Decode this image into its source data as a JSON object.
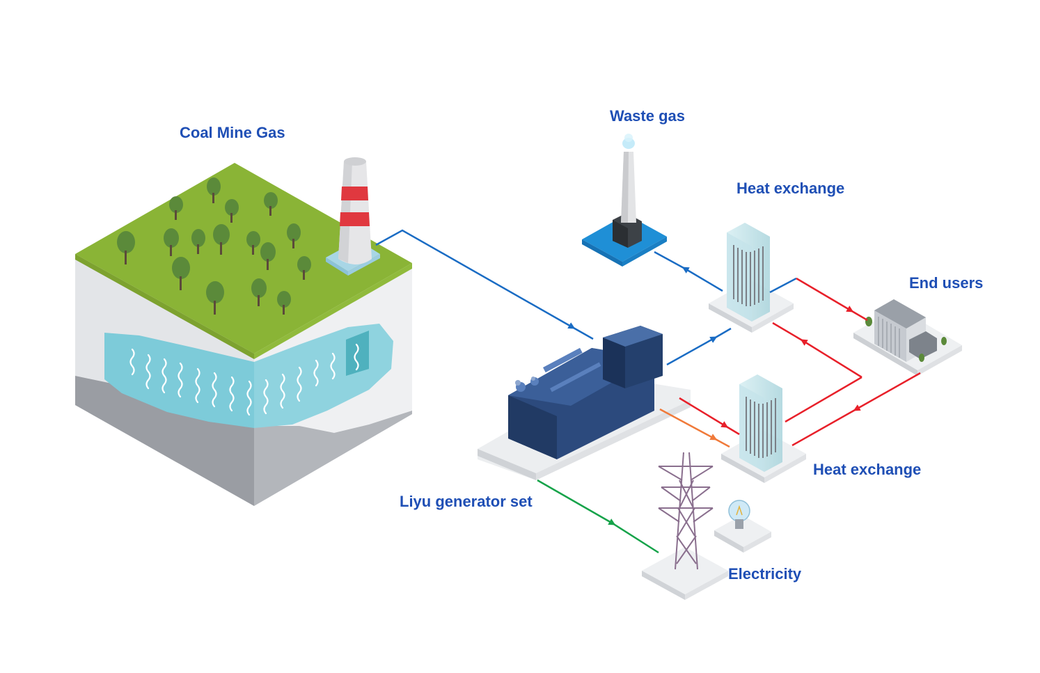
{
  "labels": {
    "coal_mine_gas": "Coal Mine Gas",
    "waste_gas": "Waste gas",
    "heat_exchange_top": "Heat exchange",
    "end_users": "End users",
    "heat_exchange_bottom": "Heat exchange",
    "generator": "Liyu generator set",
    "electricity": "Electricity"
  },
  "colors": {
    "label": "#1f4fb5",
    "gas_flow": "#1a6cc4",
    "heat_flow": "#e8202a",
    "exhaust_flow": "#f07a3a",
    "power_flow": "#16a34a"
  },
  "icons": [
    "coal-mine-block-icon",
    "chimney-icon",
    "generator-set-icon",
    "heat-exchanger-icon",
    "building-icon",
    "power-tower-icon",
    "light-bulb-icon"
  ]
}
